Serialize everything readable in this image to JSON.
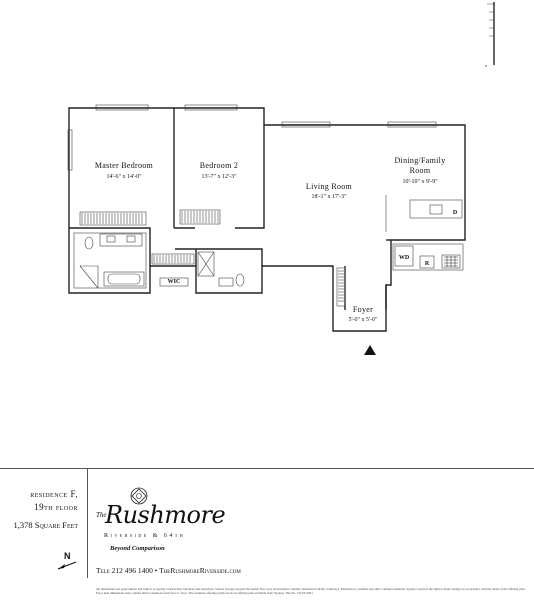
{
  "rooms": {
    "master": {
      "name": "Master Bedroom",
      "dim": "14'-6\" x 14'-0\""
    },
    "bed2": {
      "name": "Bedroom 2",
      "dim": "13'-7\" x 12'-3\""
    },
    "living": {
      "name": "Living Room",
      "dim": "18'-1\" x 17'-3\""
    },
    "dining": {
      "name_line1": "Dining/Family",
      "name_line2": "Room",
      "dim": "10'-10\" x 9'-9\""
    },
    "foyer": {
      "name": "Foyer",
      "dim": "5'-0\" x 5'-0\""
    }
  },
  "labels": {
    "wic": "WIC",
    "wd": "WD",
    "r": "R",
    "d": "D"
  },
  "footer": {
    "residence": "residence F,",
    "floor": "19th floor",
    "sqft": "1,378 Square Feet",
    "brand_the": "The",
    "brand_name": "Rushmore",
    "brand_sub": "Riverside & 64th",
    "brand_tag": "Beyond Comparison",
    "tele": "Tele 212 496 1400 • TheRushmoreRiverside.com",
    "north": "N",
    "disclaimer": "All dimensions are approximate and subject to normal construction variances and tolerances. Square footage exceeds the usable floor area and includes columns, mechanical shafts, walkways. Mechanical, columns and other common elements. Sponsor reserves the right to make changes in accordance with the terms of the offering plan. Floor plan dimensions may contain minor variations from floor to floor. The complete offering terms are in an offering plan available from Sponsor. File No. CD 05-0001."
  }
}
